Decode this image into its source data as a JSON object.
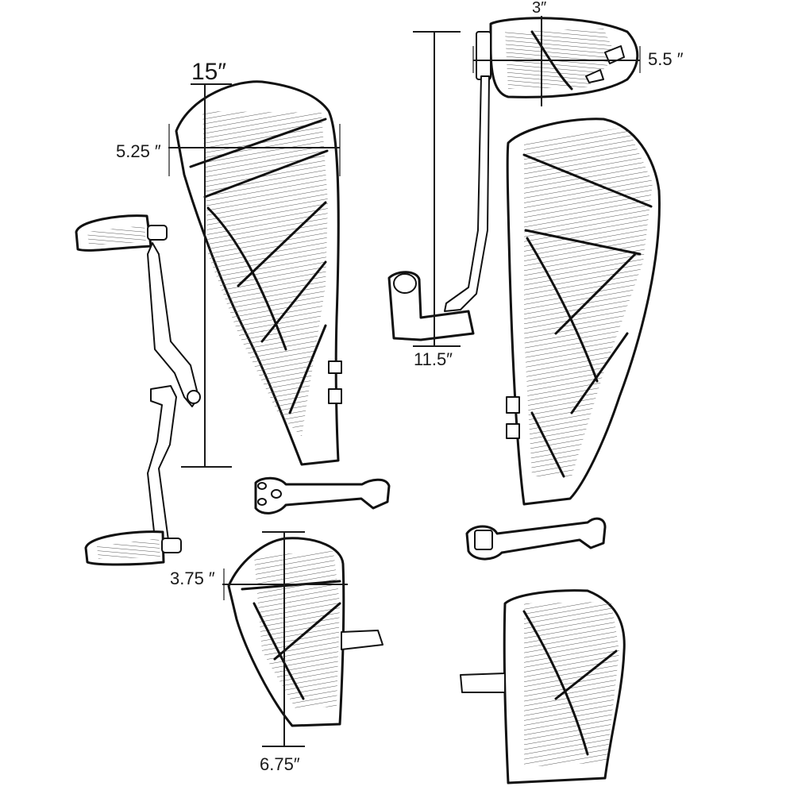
{
  "colors": {
    "background": "#ffffff",
    "line": "#111111",
    "grip_texture": "#555555"
  },
  "dimensions": {
    "large_board_width": "15″",
    "large_board_depth": "5.25 ″",
    "peg_width": "3″",
    "peg_depth": "5.5 ″",
    "peg_mount_height": "11.5″",
    "small_board_depth": "3.75 ″",
    "small_board_length": "6.75″"
  }
}
